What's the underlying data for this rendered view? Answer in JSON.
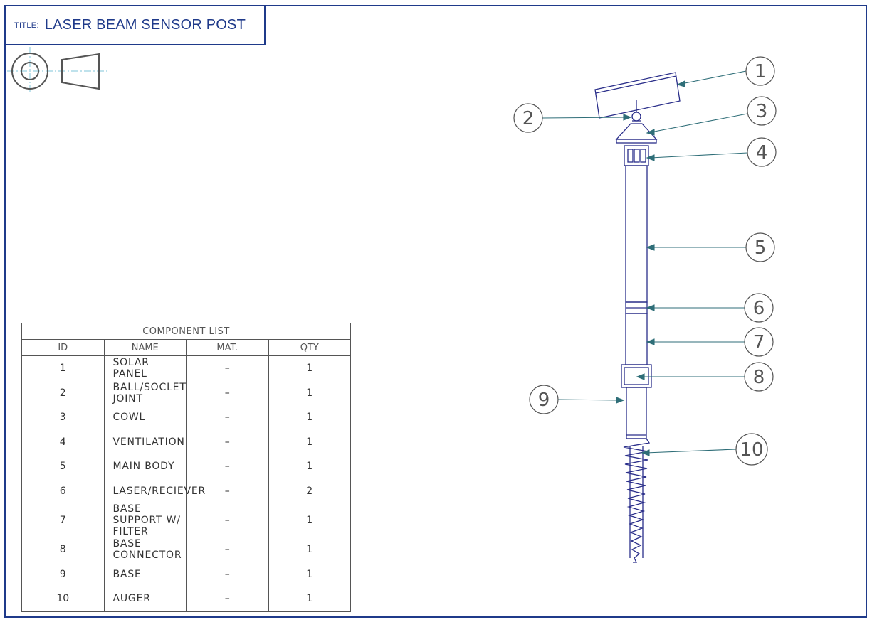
{
  "title": {
    "label": "TITLE:",
    "text": "LASER BEAM SENSOR POST"
  },
  "colors": {
    "frame": "#1f3a8a",
    "line": "#2a2e8a",
    "leader": "#2f6e78",
    "center_line": "#7fc4d8",
    "table_text": "#333333"
  },
  "component_list": {
    "caption": "COMPONENT LIST",
    "headers": [
      "ID",
      "NAME",
      "MAT.",
      "QTY"
    ],
    "rows": [
      {
        "id": "1",
        "name": "SOLAR PANEL",
        "mat": "–",
        "qty": "1"
      },
      {
        "id": "2",
        "name": "BALL/SOCLET JOINT",
        "mat": "–",
        "qty": "1"
      },
      {
        "id": "3",
        "name": "COWL",
        "mat": "–",
        "qty": "1"
      },
      {
        "id": "4",
        "name": "VENTILATION",
        "mat": "–",
        "qty": "1"
      },
      {
        "id": "5",
        "name": "MAIN BODY",
        "mat": "–",
        "qty": "1"
      },
      {
        "id": "6",
        "name": "LASER/RECIEVER",
        "mat": "–",
        "qty": "2"
      },
      {
        "id": "7",
        "name": "BASE SUPPORT W/ FILTER",
        "mat": "–",
        "qty": "1"
      },
      {
        "id": "8",
        "name": "BASE CONNECTOR",
        "mat": "–",
        "qty": "1"
      },
      {
        "id": "9",
        "name": "BASE",
        "mat": "–",
        "qty": "1"
      },
      {
        "id": "10",
        "name": "AUGER",
        "mat": "–",
        "qty": "1"
      }
    ]
  },
  "balloons": [
    "1",
    "2",
    "3",
    "4",
    "5",
    "6",
    "7",
    "8",
    "9",
    "10"
  ]
}
